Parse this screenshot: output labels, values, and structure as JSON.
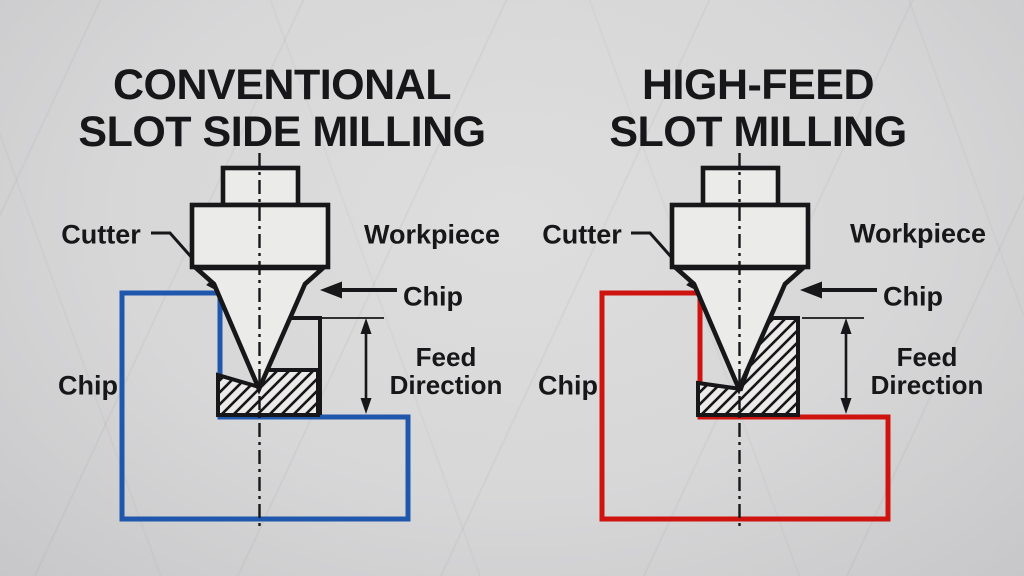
{
  "colors": {
    "ink": "#17171a",
    "conventional_outline": "#1f57ad",
    "high_feed_outline": "#cf1410",
    "cutter_fill": "#ebebe9",
    "hatch_fill": "#ecebe9",
    "paper": "#d6d6d7"
  },
  "conventional": {
    "title_line1": "CONVENTIONAL",
    "title_line2": "SLOT SIDE MILLING",
    "labels": {
      "cutter": "Cutter",
      "workpiece": "Workpiece",
      "chip_arrow": "Chip",
      "chip_outline": "Chip",
      "feed_line1": "Feed",
      "feed_line2": "Direction"
    }
  },
  "high_feed": {
    "title_line1": "HIGH-FEED",
    "title_line2": "SLOT MILLING",
    "labels": {
      "cutter": "Cutter",
      "workpiece": "Workpiece",
      "chip_arrow": "Chip",
      "chip_outline": "Chip",
      "feed_line1": "Feed",
      "feed_line2": "Direction"
    }
  }
}
